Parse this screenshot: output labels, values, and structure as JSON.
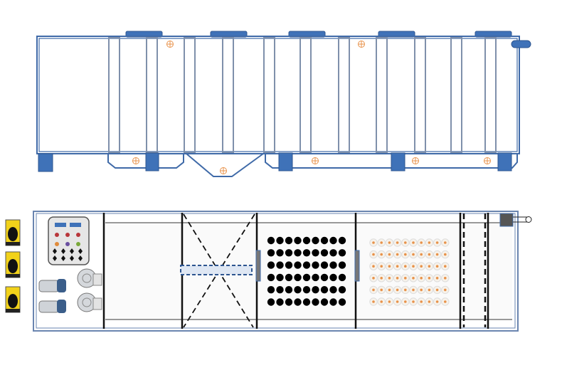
{
  "colors": {
    "outline": "#3f6aa8",
    "panel": "#8a9bb5",
    "accent_fill": "#3f72b8",
    "marker": "#e8924a",
    "media_dot": "#000000",
    "diffuser_center": "#e8924a",
    "pump_yellow": "#f2d21a"
  },
  "media_grid": {
    "rows": 6,
    "cols": 9
  },
  "diffuser_grid": {
    "rows": 6,
    "cols": 10
  },
  "control_panel": {
    "lamp_colors": [
      "#b8353a",
      "#b8353a",
      "#b8353a",
      "#e08a3a",
      "#6a4fa0",
      "#7aa83a"
    ]
  }
}
